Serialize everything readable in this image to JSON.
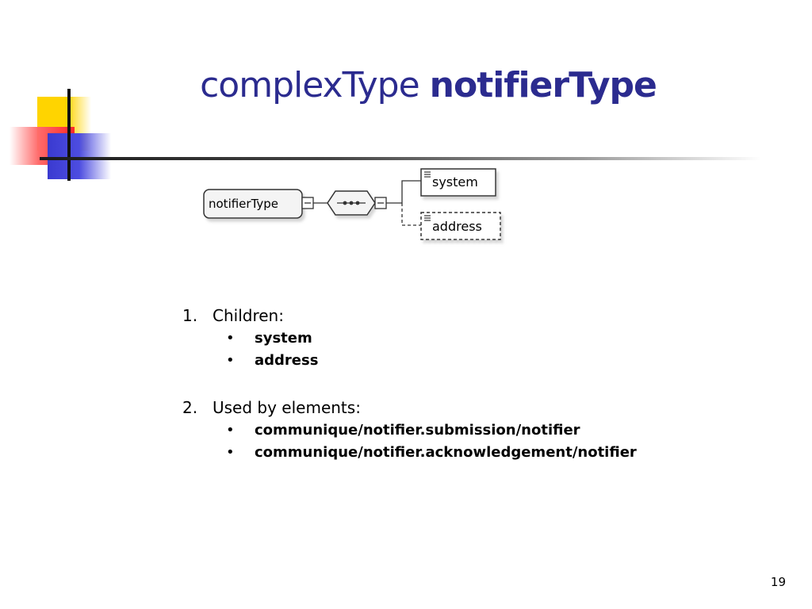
{
  "slide": {
    "title_prefix": "complexType",
    "title_bold": "notifierType",
    "page_number": "19"
  },
  "diagram": {
    "type_name": "notifierType",
    "children": [
      {
        "label": "system",
        "optional": false
      },
      {
        "label": "address",
        "optional": true
      }
    ]
  },
  "content": {
    "sections": [
      {
        "number": "1.",
        "label": "Children:",
        "items": [
          "system",
          "address"
        ]
      },
      {
        "number": "2.",
        "label": "Used by elements:",
        "items": [
          "communique/notifier.submission/notifier",
          "communique/notifier.acknowledgement/notifier"
        ]
      }
    ],
    "bullet": "•"
  },
  "colors": {
    "title": "#2b2b8f",
    "logo_yellow": "#ffd400",
    "logo_red": "#ff2a2a",
    "logo_blue": "#3a3ad0"
  }
}
